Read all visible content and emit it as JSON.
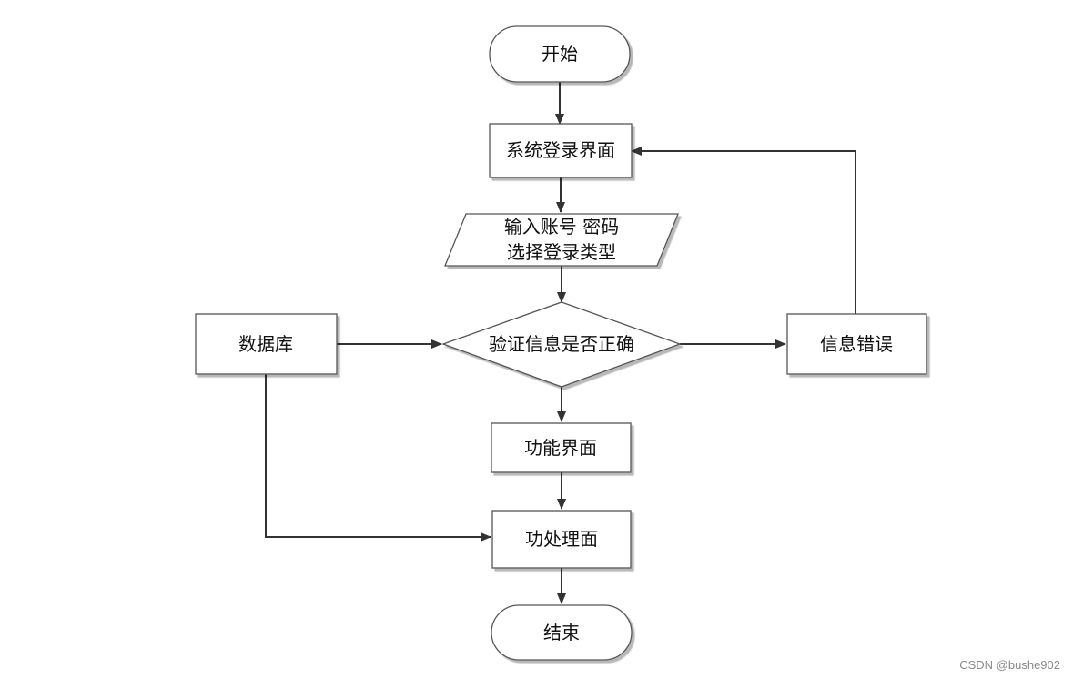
{
  "diagram": {
    "nodes": {
      "start": "开始",
      "login_screen": "系统登录界面",
      "input_line1": "输入账号 密码",
      "input_line2": "选择登录类型",
      "database": "数据库",
      "verify": "验证信息是否正确",
      "info_error": "信息错误",
      "function_screen": "功能界面",
      "process_screen": "功处理面",
      "end": "结束"
    }
  },
  "watermark": "CSDN @bushe902"
}
